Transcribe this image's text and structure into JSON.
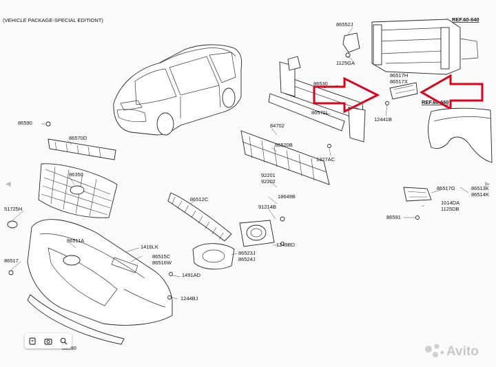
{
  "header": {
    "note": "(VEHICLE PACKAGE-SPECIAL EDITIONT)"
  },
  "refs": {
    "top": "REF.60-640",
    "side": "REF.60-660"
  },
  "watermark": {
    "brand": "Avito"
  },
  "labels": {
    "p86552J": "86552J",
    "p1125GA": "1125GA",
    "p86517H": "86517H",
    "p86517X": "86517X",
    "p86530": "86530",
    "p86571L": "86571L",
    "p12441B": "12441B",
    "p86590a": "86590",
    "p86570D": "86570D",
    "p84702": "84702",
    "p86520B": "86520B",
    "p1327AC": "1327AC",
    "p86350": "86350",
    "p92201": "92201",
    "p92202": "92202",
    "p18649B": "18649B",
    "p91214B": "91214B",
    "p86512C": "86512C",
    "p51725H": "51725H",
    "p1249BD": "1249BD",
    "p86511A": "86511A",
    "p1416LK": "1416LK",
    "p86515C": "86515C",
    "p86516W": "86516W",
    "p86523J": "86523J",
    "p86524J": "86524J",
    "p86517": "86517",
    "p1491AD": "1491AD",
    "p1244BJ": "1244BJ",
    "p86590b": "86590",
    "p86517G": "86517G",
    "p86513K": "86513K",
    "p86514K": "86514K",
    "p1014DA": "1014DA",
    "p1125DB": "1125DB",
    "p86591": "86591"
  },
  "icons": {
    "bookmark": "bookmark-icon",
    "camera": "camera-icon",
    "zoom": "zoom-icon",
    "prev": "prev-image-arrow-icon",
    "next": "next-image-arrow-icon"
  }
}
